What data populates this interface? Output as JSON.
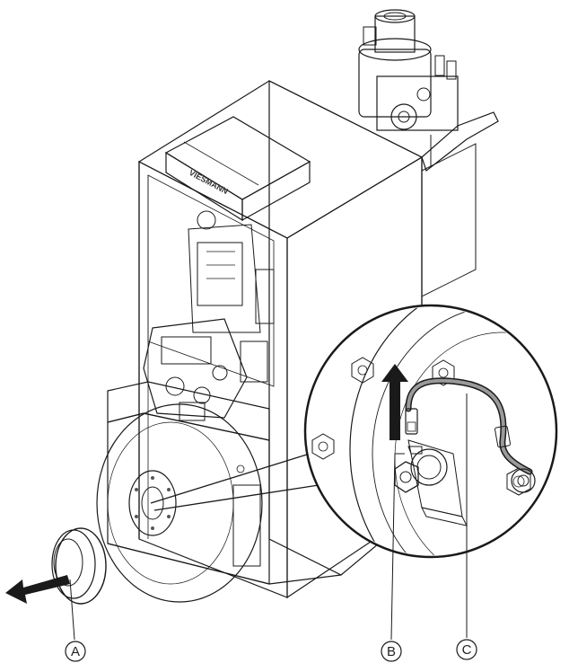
{
  "brand": {
    "logo_text": "VIESMANN"
  },
  "callouts": [
    {
      "id": "A",
      "letter": "A"
    },
    {
      "id": "B",
      "letter": "B"
    },
    {
      "id": "C",
      "letter": "C"
    }
  ],
  "colors": {
    "line": "#1a1a1a",
    "shade_light": "#eeeeee",
    "shade_mid": "#c8c8c8",
    "shade_dark": "#8a8a8a"
  }
}
